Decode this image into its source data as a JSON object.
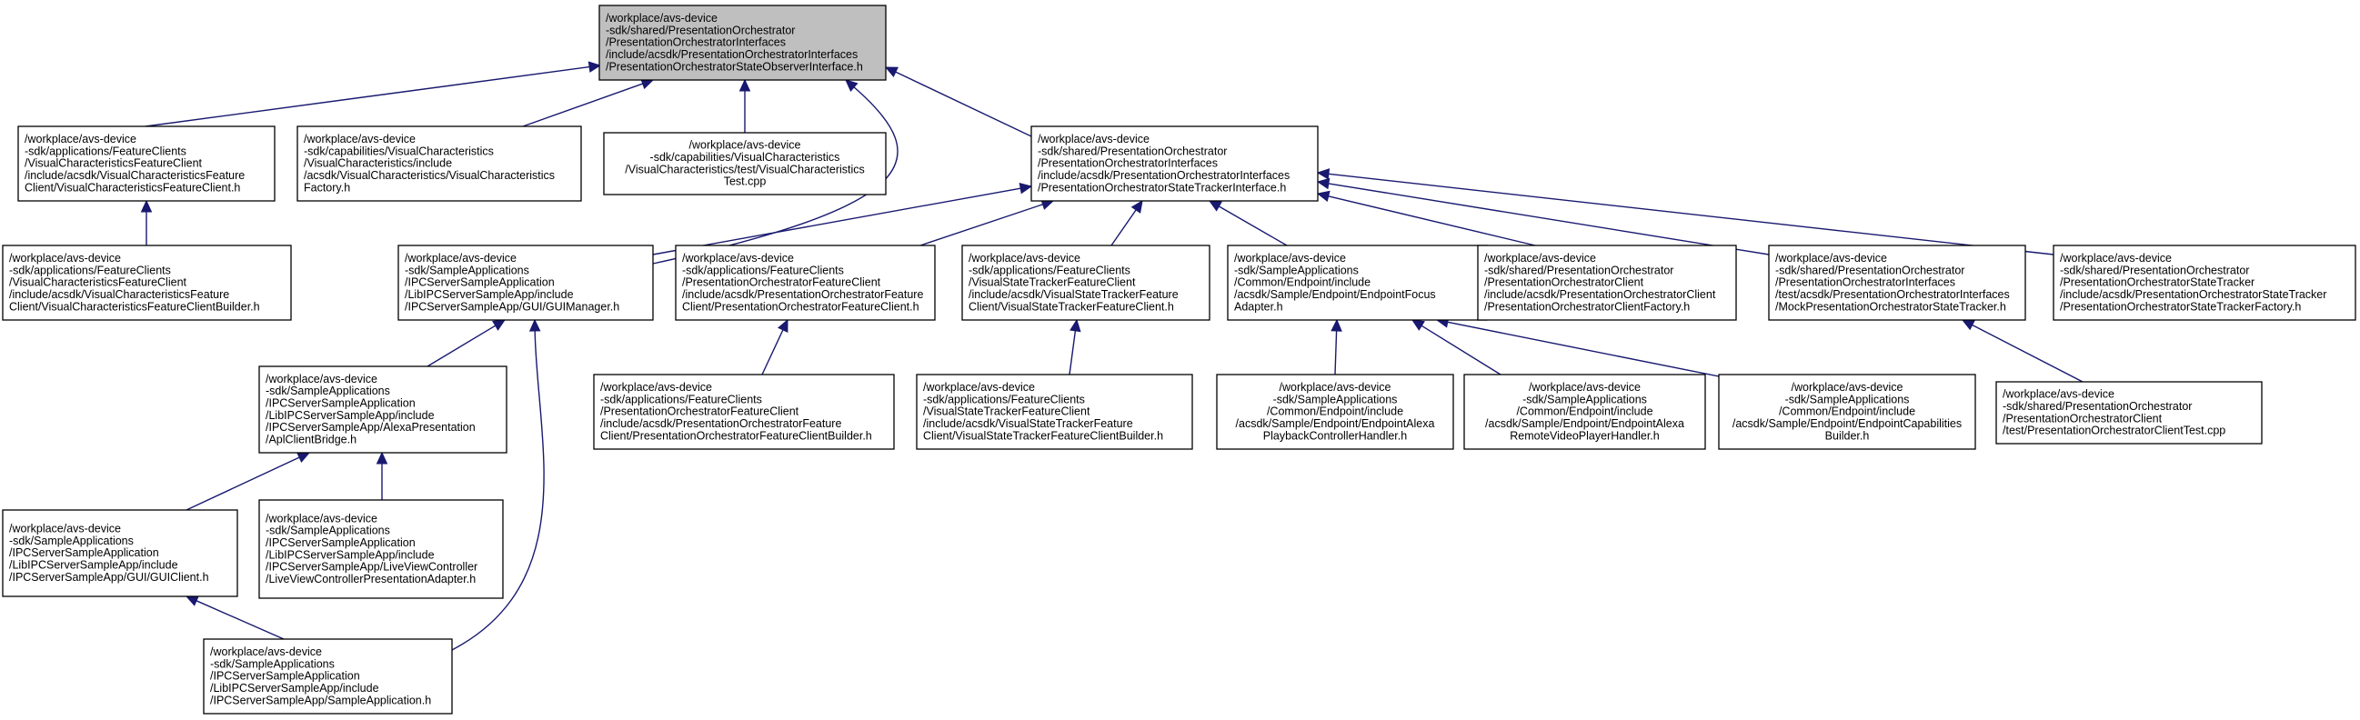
{
  "diagram": {
    "nodes": [
      {
        "id": "root",
        "root": true,
        "align": "left",
        "lines": [
          "/workplace/avs-device",
          "-sdk/shared/PresentationOrchestrator",
          "/PresentationOrchestratorInterfaces",
          "/include/acsdk/PresentationOrchestratorInterfaces",
          "/PresentationOrchestratorStateObserverInterface.h"
        ]
      },
      {
        "id": "vcfc",
        "align": "left",
        "lines": [
          "/workplace/avs-device",
          "-sdk/applications/FeatureClients",
          "/VisualCharacteristicsFeatureClient",
          "/include/acsdk/VisualCharacteristicsFeature",
          "Client/VisualCharacteristicsFeatureClient.h"
        ]
      },
      {
        "id": "vcfactory",
        "align": "left",
        "lines": [
          "/workplace/avs-device",
          "-sdk/capabilities/VisualCharacteristics",
          "/VisualCharacteristics/include",
          "/acsdk/VisualCharacteristics/VisualCharacteristics",
          "Factory.h"
        ]
      },
      {
        "id": "vctest",
        "align": "center",
        "lines": [
          "/workplace/avs-device",
          "-sdk/capabilities/VisualCharacteristics",
          "/VisualCharacteristics/test/VisualCharacteristics",
          "Test.cpp"
        ]
      },
      {
        "id": "stiface",
        "align": "left",
        "lines": [
          "/workplace/avs-device",
          "-sdk/shared/PresentationOrchestrator",
          "/PresentationOrchestratorInterfaces",
          "/include/acsdk/PresentationOrchestratorInterfaces",
          "/PresentationOrchestratorStateTrackerInterface.h"
        ]
      },
      {
        "id": "vcfcbuilder",
        "align": "left",
        "lines": [
          "/workplace/avs-device",
          "-sdk/applications/FeatureClients",
          "/VisualCharacteristicsFeatureClient",
          "/include/acsdk/VisualCharacteristicsFeature",
          "Client/VisualCharacteristicsFeatureClientBuilder.h"
        ]
      },
      {
        "id": "guimanager",
        "align": "left",
        "lines": [
          "/workplace/avs-device",
          "-sdk/SampleApplications",
          "/IPCServerSampleApplication",
          "/LibIPCServerSampleApp/include",
          "/IPCServerSampleApp/GUI/GUIManager.h"
        ]
      },
      {
        "id": "pofc",
        "align": "left",
        "lines": [
          "/workplace/avs-device",
          "-sdk/applications/FeatureClients",
          "/PresentationOrchestratorFeatureClient",
          "/include/acsdk/PresentationOrchestratorFeature",
          "Client/PresentationOrchestratorFeatureClient.h"
        ]
      },
      {
        "id": "vstfc",
        "align": "left",
        "lines": [
          "/workplace/avs-device",
          "-sdk/applications/FeatureClients",
          "/VisualStateTrackerFeatureClient",
          "/include/acsdk/VisualStateTrackerFeature",
          "Client/VisualStateTrackerFeatureClient.h"
        ]
      },
      {
        "id": "focusadapter",
        "align": "left",
        "lines": [
          "/workplace/avs-device",
          "-sdk/SampleApplications",
          "/Common/Endpoint/include",
          "/acsdk/Sample/Endpoint/EndpointFocus",
          "Adapter.h"
        ]
      },
      {
        "id": "poclientfactory",
        "align": "left",
        "lines": [
          "/workplace/avs-device",
          "-sdk/shared/PresentationOrchestrator",
          "/PresentationOrchestratorClient",
          "/include/acsdk/PresentationOrchestratorClient",
          "/PresentationOrchestratorClientFactory.h"
        ]
      },
      {
        "id": "mocktracker",
        "align": "left",
        "lines": [
          "/workplace/avs-device",
          "-sdk/shared/PresentationOrchestrator",
          "/PresentationOrchestratorInterfaces",
          "/test/acsdk/PresentationOrchestratorInterfaces",
          "/MockPresentationOrchestratorStateTracker.h"
        ]
      },
      {
        "id": "trackerfactory",
        "align": "left",
        "lines": [
          "/workplace/avs-device",
          "-sdk/shared/PresentationOrchestrator",
          "/PresentationOrchestratorStateTracker",
          "/include/acsdk/PresentationOrchestratorStateTracker",
          "/PresentationOrchestratorStateTrackerFactory.h"
        ]
      },
      {
        "id": "aplbridge",
        "align": "left",
        "lines": [
          "/workplace/avs-device",
          "-sdk/SampleApplications",
          "/IPCServerSampleApplication",
          "/LibIPCServerSampleApp/include",
          "/IPCServerSampleApp/AlexaPresentation",
          "/AplClientBridge.h"
        ]
      },
      {
        "id": "pofcbuilder",
        "align": "left",
        "lines": [
          "/workplace/avs-device",
          "-sdk/applications/FeatureClients",
          "/PresentationOrchestratorFeatureClient",
          "/include/acsdk/PresentationOrchestratorFeature",
          "Client/PresentationOrchestratorFeatureClientBuilder.h"
        ]
      },
      {
        "id": "vstfcbuilder",
        "align": "left",
        "lines": [
          "/workplace/avs-device",
          "-sdk/applications/FeatureClients",
          "/VisualStateTrackerFeatureClient",
          "/include/acsdk/VisualStateTrackerFeature",
          "Client/VisualStateTrackerFeatureClientBuilder.h"
        ]
      },
      {
        "id": "playbackhandler",
        "align": "center",
        "lines": [
          "/workplace/avs-device",
          "-sdk/SampleApplications",
          "/Common/Endpoint/include",
          "/acsdk/Sample/Endpoint/EndpointAlexa",
          "PlaybackControllerHandler.h"
        ]
      },
      {
        "id": "remotevideo",
        "align": "center",
        "lines": [
          "/workplace/avs-device",
          "-sdk/SampleApplications",
          "/Common/Endpoint/include",
          "/acsdk/Sample/Endpoint/EndpointAlexa",
          "RemoteVideoPlayerHandler.h"
        ]
      },
      {
        "id": "capbuilder",
        "align": "center",
        "lines": [
          "/workplace/avs-device",
          "-sdk/SampleApplications",
          "/Common/Endpoint/include",
          "/acsdk/Sample/Endpoint/EndpointCapabilities",
          "Builder.h"
        ]
      },
      {
        "id": "poclienttest",
        "align": "left",
        "lines": [
          "/workplace/avs-device",
          "-sdk/shared/PresentationOrchestrator",
          "/PresentationOrchestratorClient",
          "/test/PresentationOrchestratorClientTest.cpp"
        ]
      },
      {
        "id": "guiclient",
        "align": "left",
        "lines": [
          "/workplace/avs-device",
          "-sdk/SampleApplications",
          "/IPCServerSampleApplication",
          "/LibIPCServerSampleApp/include",
          "/IPCServerSampleApp/GUI/GUIClient.h"
        ]
      },
      {
        "id": "liveview",
        "align": "left",
        "lines": [
          "/workplace/avs-device",
          "-sdk/SampleApplications",
          "/IPCServerSampleApplication",
          "/LibIPCServerSampleApp/include",
          "/IPCServerSampleApp/LiveViewController",
          "/LiveViewControllerPresentationAdapter.h"
        ]
      },
      {
        "id": "sampleapp",
        "align": "left",
        "lines": [
          "/workplace/avs-device",
          "-sdk/SampleApplications",
          "/IPCServerSampleApplication",
          "/LibIPCServerSampleApp/include",
          "/IPCServerSampleApp/SampleApplication.h"
        ]
      }
    ],
    "edges": [
      {
        "from": "vcfc",
        "to": "root"
      },
      {
        "from": "vcfactory",
        "to": "root"
      },
      {
        "from": "vctest",
        "to": "root"
      },
      {
        "from": "guimanager",
        "to": "root"
      },
      {
        "from": "stiface",
        "to": "root"
      },
      {
        "from": "vcfcbuilder",
        "to": "vcfc"
      },
      {
        "from": "guimanager",
        "to": "stiface"
      },
      {
        "from": "pofc",
        "to": "stiface"
      },
      {
        "from": "vstfc",
        "to": "stiface"
      },
      {
        "from": "focusadapter",
        "to": "stiface"
      },
      {
        "from": "poclientfactory",
        "to": "stiface"
      },
      {
        "from": "mocktracker",
        "to": "stiface"
      },
      {
        "from": "trackerfactory",
        "to": "stiface"
      },
      {
        "from": "aplbridge",
        "to": "guimanager"
      },
      {
        "from": "sampleapp",
        "to": "guimanager"
      },
      {
        "from": "pofcbuilder",
        "to": "pofc"
      },
      {
        "from": "vstfcbuilder",
        "to": "vstfc"
      },
      {
        "from": "playbackhandler",
        "to": "focusadapter"
      },
      {
        "from": "remotevideo",
        "to": "focusadapter"
      },
      {
        "from": "capbuilder",
        "to": "focusadapter"
      },
      {
        "from": "poclienttest",
        "to": "mocktracker"
      },
      {
        "from": "guiclient",
        "to": "aplbridge"
      },
      {
        "from": "liveview",
        "to": "aplbridge"
      },
      {
        "from": "sampleapp",
        "to": "guiclient"
      }
    ]
  }
}
